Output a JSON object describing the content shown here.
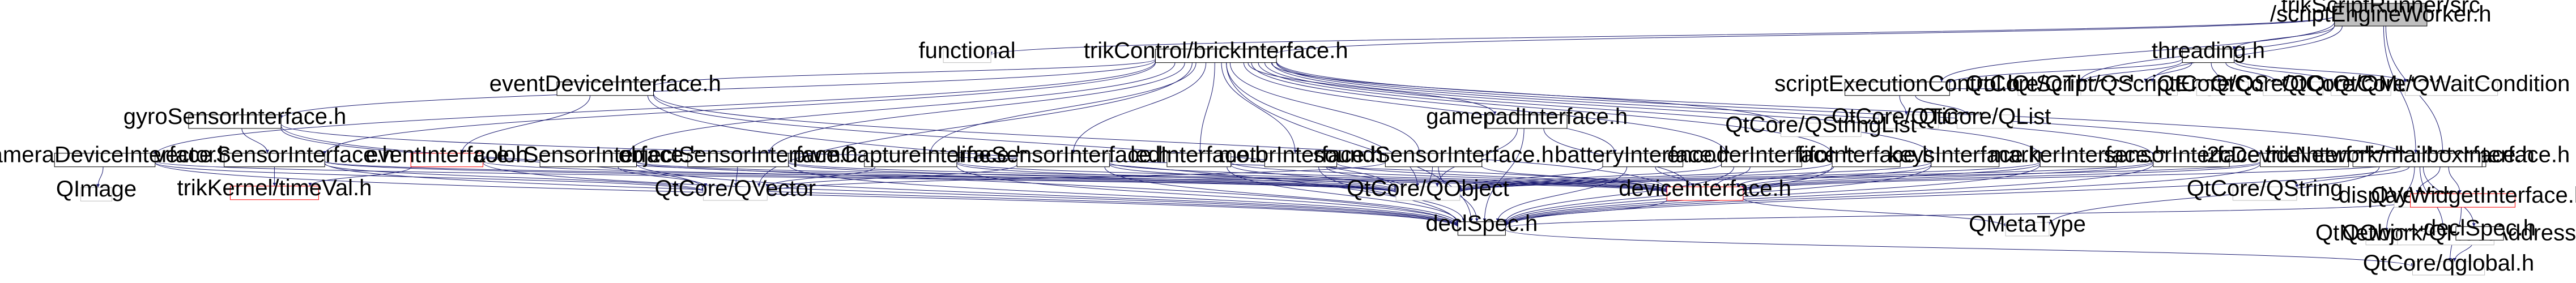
{
  "graph": {
    "root": "trikScriptRunner/src/scriptEngineWorker.h",
    "nodes": [
      {
        "id": "root",
        "lines": [
          "trikScriptRunner/src",
          "/scriptEngineWorker.h"
        ],
        "style": "root"
      },
      {
        "id": "functional",
        "lines": [
          "functional"
        ],
        "style": "plain"
      },
      {
        "id": "brick",
        "lines": [
          "trikControl/brickInterface.h"
        ],
        "style": "box"
      },
      {
        "id": "threading",
        "lines": [
          "threading.h"
        ],
        "style": "box"
      },
      {
        "id": "qthread",
        "lines": [
          "QtCore/QThread"
        ],
        "style": "plain"
      },
      {
        "id": "qscriptengine",
        "lines": [
          "QtScript/QScriptEngine"
        ],
        "style": "plain"
      },
      {
        "id": "qset",
        "lines": [
          "QtCore/QSet"
        ],
        "style": "plain"
      },
      {
        "id": "qqueue",
        "lines": [
          "QtCore/QQueue"
        ],
        "style": "plain"
      },
      {
        "id": "qmutex",
        "lines": [
          "QtCore/QMutex"
        ],
        "style": "plain"
      },
      {
        "id": "qwaitcondition",
        "lines": [
          "QtCore/QWaitCondition"
        ],
        "style": "plain"
      },
      {
        "id": "scriptexec",
        "lines": [
          "scriptExecutionControl.h"
        ],
        "style": "box"
      },
      {
        "id": "qtimer",
        "lines": [
          "QtCore/QTimer"
        ],
        "style": "plain"
      },
      {
        "id": "qlist",
        "lines": [
          "QtCore/QList"
        ],
        "style": "plain"
      },
      {
        "id": "qstringlist",
        "lines": [
          "QtCore/QStringList"
        ],
        "style": "plain"
      },
      {
        "id": "eventdevice",
        "lines": [
          "eventDeviceInterface.h"
        ],
        "style": "box"
      },
      {
        "id": "camera",
        "lines": [
          "cameraDeviceInterface.h"
        ],
        "style": "box"
      },
      {
        "id": "gyro",
        "lines": [
          "gyroSensorInterface.h"
        ],
        "style": "box"
      },
      {
        "id": "vector",
        "lines": [
          "vectorSensorInterface.h"
        ],
        "style": "box"
      },
      {
        "id": "qimage",
        "lines": [
          "QImage"
        ],
        "style": "plain"
      },
      {
        "id": "kerneltime",
        "lines": [
          "trikKernel/timeVal.h"
        ],
        "style": "red"
      },
      {
        "id": "event",
        "lines": [
          "eventInterface.h"
        ],
        "style": "red"
      },
      {
        "id": "color",
        "lines": [
          "colorSensorInterface.h"
        ],
        "style": "box"
      },
      {
        "id": "object",
        "lines": [
          "objectSensorInterface.h"
        ],
        "style": "box"
      },
      {
        "id": "pwm",
        "lines": [
          "pwmCaptureInterface.h"
        ],
        "style": "box"
      },
      {
        "id": "line",
        "lines": [
          "lineSensorInterface.h"
        ],
        "style": "box"
      },
      {
        "id": "led",
        "lines": [
          "ledInterface.h"
        ],
        "style": "box"
      },
      {
        "id": "motor",
        "lines": [
          "motorInterface.h"
        ],
        "style": "box"
      },
      {
        "id": "sound",
        "lines": [
          "soundSensorInterface.h"
        ],
        "style": "box"
      },
      {
        "id": "gamepad",
        "lines": [
          "gamepadInterface.h"
        ],
        "style": "box"
      },
      {
        "id": "battery",
        "lines": [
          "batteryInterface.h"
        ],
        "style": "box"
      },
      {
        "id": "encoder",
        "lines": [
          "encoderInterface.h"
        ],
        "style": "box"
      },
      {
        "id": "fifo",
        "lines": [
          "fifoInterface.h"
        ],
        "style": "box"
      },
      {
        "id": "keys",
        "lines": [
          "keysInterface.h"
        ],
        "style": "box"
      },
      {
        "id": "marker",
        "lines": [
          "markerInterface.h"
        ],
        "style": "box"
      },
      {
        "id": "sensor",
        "lines": [
          "sensorInterface.h"
        ],
        "style": "box"
      },
      {
        "id": "i2c",
        "lines": [
          "i2cDeviceInterface.h"
        ],
        "style": "box"
      },
      {
        "id": "display",
        "lines": [
          "displayInterface.h"
        ],
        "style": "box"
      },
      {
        "id": "qvector",
        "lines": [
          "QtCore/QVector"
        ],
        "style": "plain"
      },
      {
        "id": "qobject",
        "lines": [
          "QtCore/QObject"
        ],
        "style": "plain"
      },
      {
        "id": "device",
        "lines": [
          "deviceInterface.h"
        ],
        "style": "red"
      },
      {
        "id": "qstring",
        "lines": [
          "QtCore/QString"
        ],
        "style": "plain"
      },
      {
        "id": "qvector2",
        "lines": [
          "QVector"
        ],
        "style": "plain"
      },
      {
        "id": "displaywidget",
        "lines": [
          "displayWidgetInterface.h"
        ],
        "style": "red"
      },
      {
        "id": "mailbox",
        "lines": [
          "trikNetwork/mailboxInterface.h"
        ],
        "style": "box"
      },
      {
        "id": "qobject2",
        "lines": [
          "QObject"
        ],
        "style": "plain"
      },
      {
        "id": "qhostaddress",
        "lines": [
          "QtNetwork/QHostAddress"
        ],
        "style": "plain"
      },
      {
        "id": "declspec2",
        "lines": [
          "declSpec.h"
        ],
        "style": "box"
      },
      {
        "id": "qmetatype",
        "lines": [
          "QMetaType"
        ],
        "style": "plain"
      },
      {
        "id": "declspec",
        "lines": [
          "declSpec.h"
        ],
        "style": "box"
      },
      {
        "id": "qtglobal",
        "lines": [
          "QtCore/qglobal.h"
        ],
        "style": "plain"
      }
    ],
    "edges": [
      [
        "root",
        "functional"
      ],
      [
        "root",
        "brick"
      ],
      [
        "root",
        "threading"
      ],
      [
        "root",
        "qthread"
      ],
      [
        "root",
        "qscriptengine"
      ],
      [
        "root",
        "scriptexec"
      ],
      [
        "root",
        "display"
      ],
      [
        "root",
        "mailbox"
      ],
      [
        "threading",
        "qthread"
      ],
      [
        "threading",
        "qscriptengine"
      ],
      [
        "threading",
        "qset"
      ],
      [
        "threading",
        "qqueue"
      ],
      [
        "threading",
        "qmutex"
      ],
      [
        "threading",
        "qwaitcondition"
      ],
      [
        "threading",
        "scriptexec"
      ],
      [
        "scriptexec",
        "qtimer"
      ],
      [
        "scriptexec",
        "qlist"
      ],
      [
        "scriptexec",
        "qthread"
      ],
      [
        "brick",
        "qstringlist"
      ],
      [
        "brick",
        "eventdevice"
      ],
      [
        "brick",
        "camera"
      ],
      [
        "brick",
        "gyro"
      ],
      [
        "brick",
        "vector"
      ],
      [
        "brick",
        "color"
      ],
      [
        "brick",
        "object"
      ],
      [
        "brick",
        "pwm"
      ],
      [
        "brick",
        "line"
      ],
      [
        "brick",
        "led"
      ],
      [
        "brick",
        "motor"
      ],
      [
        "brick",
        "sound"
      ],
      [
        "brick",
        "gamepad"
      ],
      [
        "brick",
        "battery"
      ],
      [
        "brick",
        "encoder"
      ],
      [
        "brick",
        "fifo"
      ],
      [
        "brick",
        "keys"
      ],
      [
        "brick",
        "marker"
      ],
      [
        "brick",
        "sensor"
      ],
      [
        "brick",
        "i2c"
      ],
      [
        "brick",
        "display"
      ],
      [
        "brick",
        "declspec"
      ],
      [
        "brick",
        "qobject"
      ],
      [
        "brick",
        "qvector"
      ],
      [
        "eventdevice",
        "event"
      ],
      [
        "eventdevice",
        "qobject"
      ],
      [
        "eventdevice",
        "device"
      ],
      [
        "eventdevice",
        "declspec"
      ],
      [
        "camera",
        "qimage"
      ],
      [
        "camera",
        "qvector"
      ],
      [
        "camera",
        "declspec"
      ],
      [
        "camera",
        "qobject"
      ],
      [
        "gyro",
        "vector"
      ],
      [
        "gyro",
        "qvector"
      ],
      [
        "gyro",
        "declspec"
      ],
      [
        "gyro",
        "device"
      ],
      [
        "vector",
        "kerneltime"
      ],
      [
        "vector",
        "qobject"
      ],
      [
        "vector",
        "qvector"
      ],
      [
        "vector",
        "device"
      ],
      [
        "vector",
        "declspec"
      ],
      [
        "event",
        "kerneltime"
      ],
      [
        "event",
        "qobject"
      ],
      [
        "event",
        "declspec"
      ],
      [
        "color",
        "qobject"
      ],
      [
        "color",
        "qvector"
      ],
      [
        "color",
        "device"
      ],
      [
        "color",
        "declspec"
      ],
      [
        "object",
        "qobject"
      ],
      [
        "object",
        "qvector"
      ],
      [
        "object",
        "device"
      ],
      [
        "object",
        "declspec"
      ],
      [
        "pwm",
        "qobject"
      ],
      [
        "pwm",
        "qvector"
      ],
      [
        "pwm",
        "device"
      ],
      [
        "pwm",
        "declspec"
      ],
      [
        "line",
        "qobject"
      ],
      [
        "line",
        "qvector"
      ],
      [
        "line",
        "device"
      ],
      [
        "line",
        "declspec"
      ],
      [
        "led",
        "qobject"
      ],
      [
        "led",
        "device"
      ],
      [
        "led",
        "declspec"
      ],
      [
        "motor",
        "qobject"
      ],
      [
        "motor",
        "device"
      ],
      [
        "motor",
        "declspec"
      ],
      [
        "sound",
        "qobject"
      ],
      [
        "sound",
        "qvector"
      ],
      [
        "sound",
        "device"
      ],
      [
        "sound",
        "declspec"
      ],
      [
        "gamepad",
        "qobject"
      ],
      [
        "gamepad",
        "device"
      ],
      [
        "gamepad",
        "declspec"
      ],
      [
        "battery",
        "qobject"
      ],
      [
        "battery",
        "device"
      ],
      [
        "battery",
        "declspec"
      ],
      [
        "encoder",
        "qobject"
      ],
      [
        "encoder",
        "device"
      ],
      [
        "encoder",
        "declspec"
      ],
      [
        "fifo",
        "qobject"
      ],
      [
        "fifo",
        "device"
      ],
      [
        "fifo",
        "declspec"
      ],
      [
        "keys",
        "qobject"
      ],
      [
        "keys",
        "device"
      ],
      [
        "keys",
        "declspec"
      ],
      [
        "marker",
        "qobject"
      ],
      [
        "marker",
        "device"
      ],
      [
        "marker",
        "declspec"
      ],
      [
        "sensor",
        "qobject"
      ],
      [
        "sensor",
        "device"
      ],
      [
        "sensor",
        "declspec"
      ],
      [
        "i2c",
        "qobject"
      ],
      [
        "i2c",
        "device"
      ],
      [
        "i2c",
        "declspec"
      ],
      [
        "display",
        "qstring"
      ],
      [
        "display",
        "qvector2"
      ],
      [
        "display",
        "displaywidget"
      ],
      [
        "display",
        "device"
      ],
      [
        "display",
        "declspec"
      ],
      [
        "displaywidget",
        "qtglobal"
      ],
      [
        "displaywidget",
        "declspec"
      ],
      [
        "device",
        "qmetatype"
      ],
      [
        "device",
        "declspec"
      ],
      [
        "mailbox",
        "qobject2"
      ],
      [
        "mailbox",
        "qhostaddress"
      ],
      [
        "mailbox",
        "declspec2"
      ],
      [
        "mailbox",
        "qmetatype"
      ],
      [
        "declspec2",
        "qtglobal"
      ],
      [
        "declspec",
        "qtglobal"
      ]
    ]
  },
  "colors": {
    "edge": "#191970",
    "box_border": "#000000",
    "root_fill": "#bfbfbf",
    "red_border": "#ff0000",
    "text": "#000000",
    "plain_border": "#bfbfbf"
  }
}
